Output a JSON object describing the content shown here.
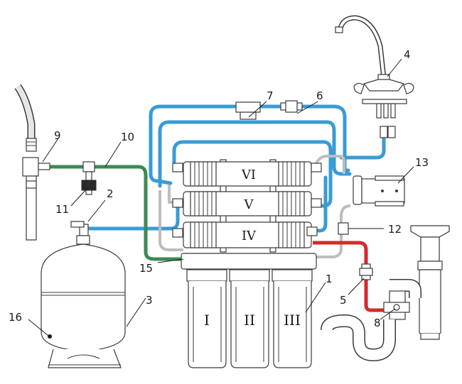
{
  "colors": {
    "blue_tube": "#3a9bd5",
    "green_tube": "#3c8a55",
    "red_tube": "#d22b2b",
    "gray_tube": "#bdbdbd",
    "outline": "#3a3a3a",
    "fill": "#ffffff"
  },
  "housings": {
    "i": "I",
    "ii": "II",
    "iii": "III"
  },
  "membranes": {
    "iv": "IV",
    "v": "V",
    "vi": "VI"
  },
  "callouts": {
    "n1": "1",
    "n2": "2",
    "n3": "3",
    "n4": "4",
    "n5": "5",
    "n6": "6",
    "n7": "7",
    "n8": "8",
    "n9": "9",
    "n10": "10",
    "n11": "11",
    "n12": "12",
    "n13": "13",
    "n15": "15",
    "n16": "16"
  }
}
